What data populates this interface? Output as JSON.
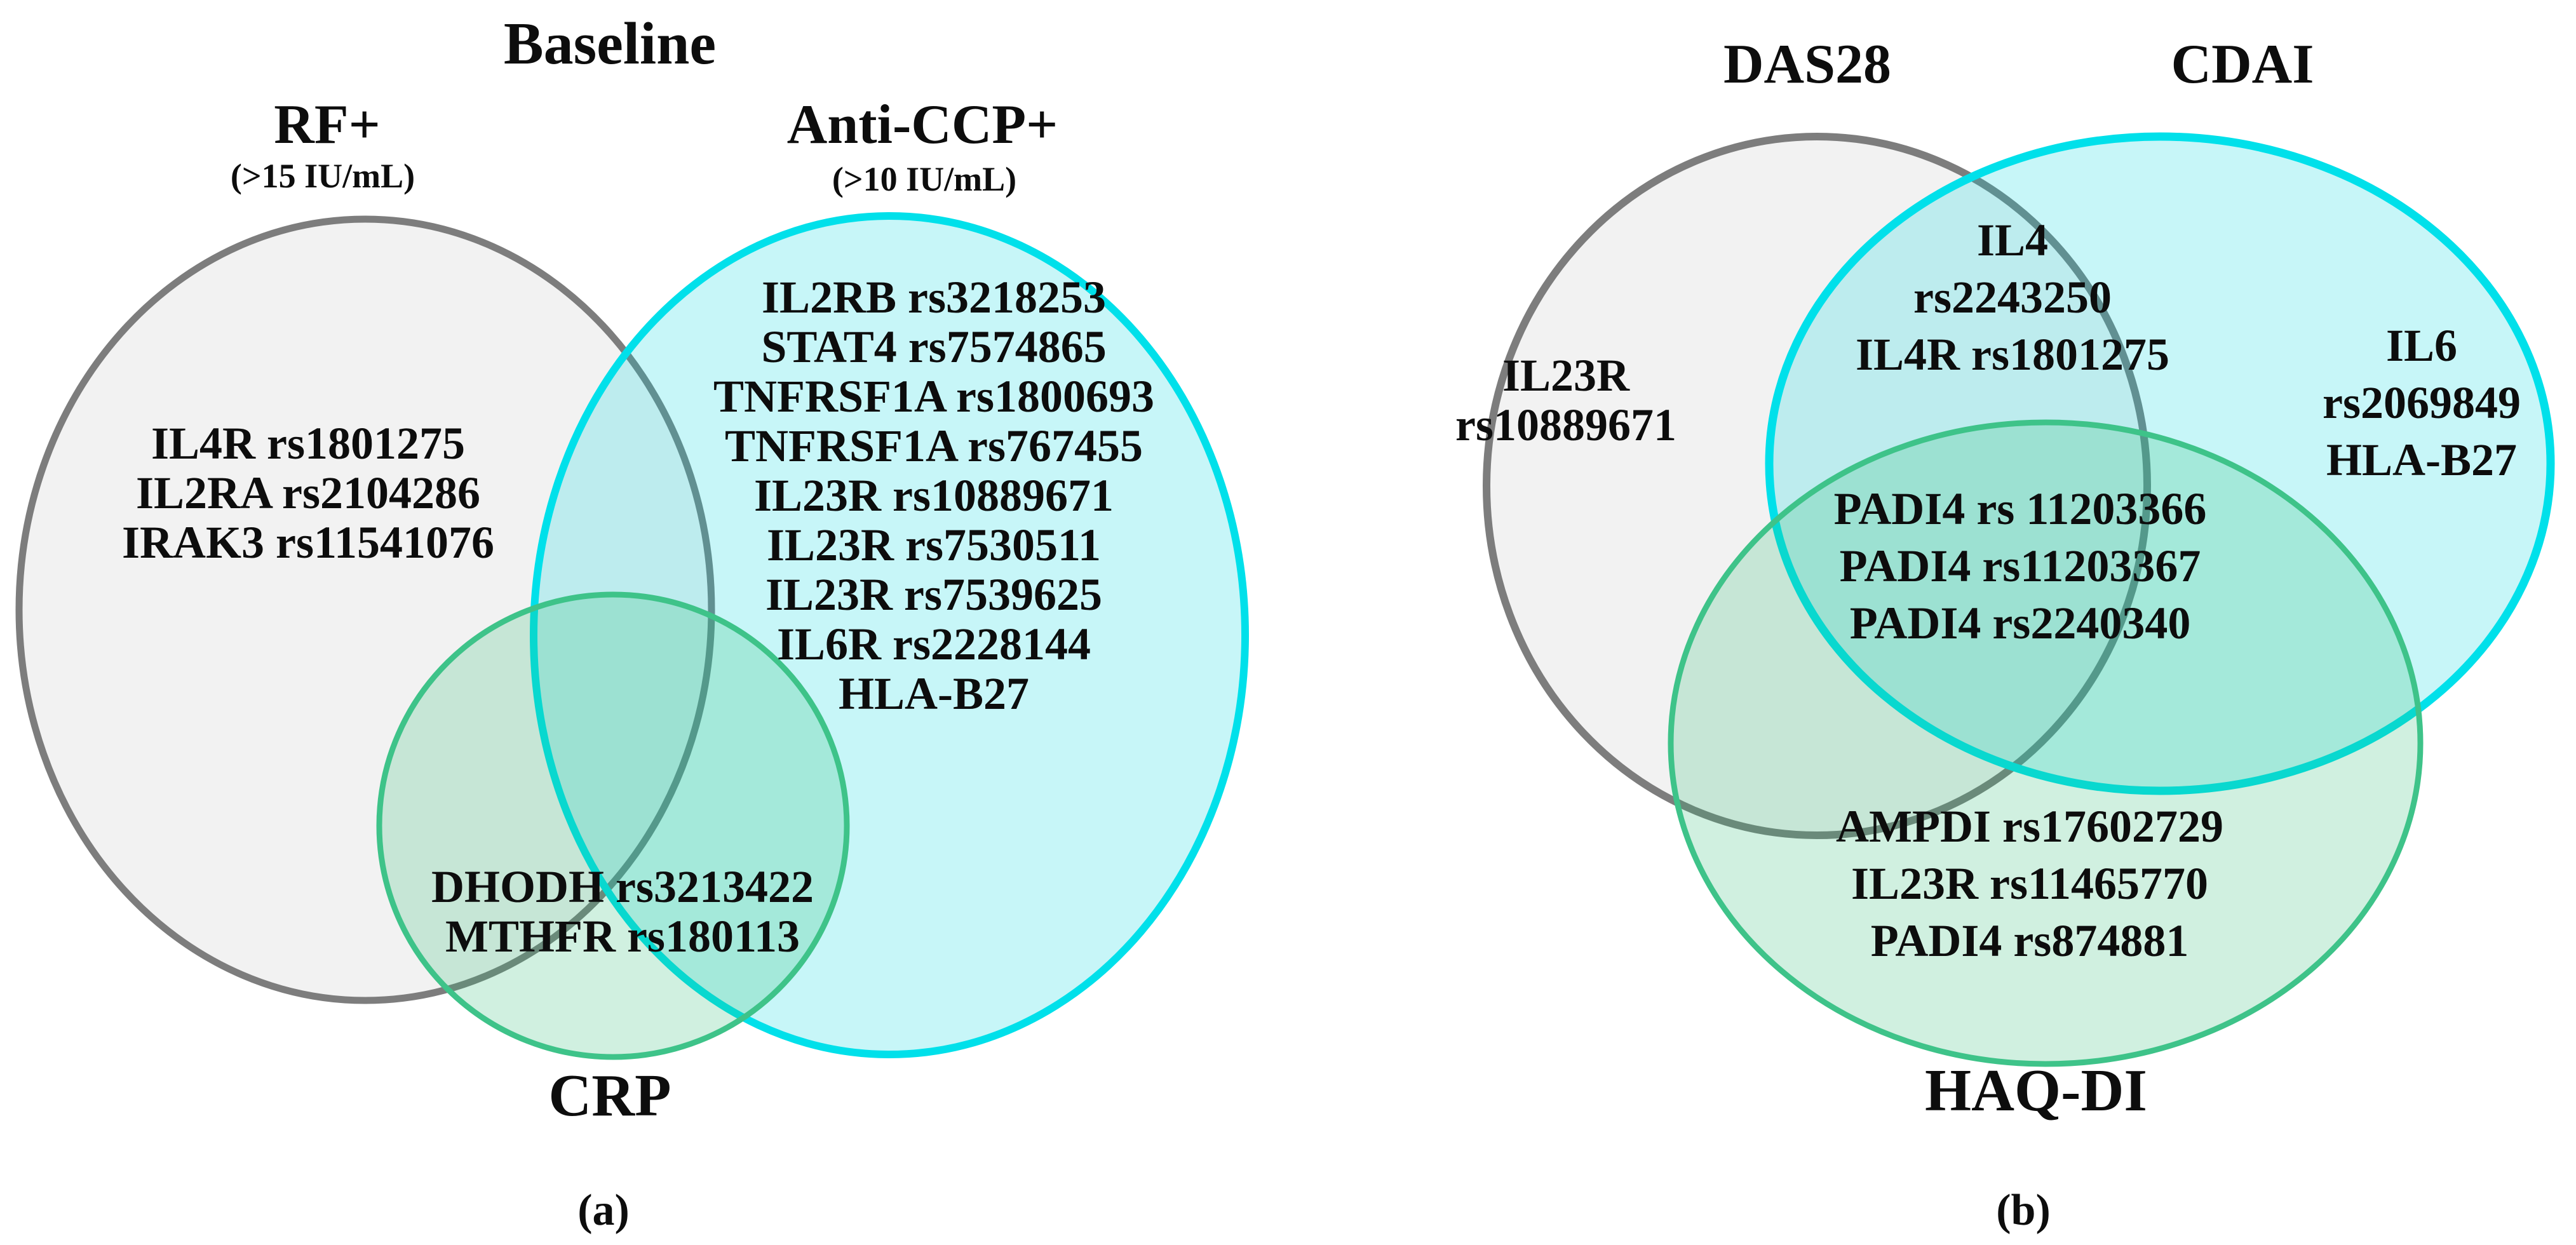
{
  "panel_a": {
    "title": "Baseline",
    "caption": "(a)",
    "rf": {
      "label": "RF+",
      "sublabel": "(>15 IU/mL)",
      "items": [
        "IL4R rs1801275",
        "IL2RA rs2104286",
        "IRAK3 rs11541076"
      ]
    },
    "anti_ccp": {
      "label": "Anti-CCP+",
      "sublabel": "(>10 IU/mL)",
      "items": [
        "IL2RB rs3218253",
        "STAT4 rs7574865",
        "TNFRSF1A rs1800693",
        "TNFRSF1A rs767455",
        "IL23R rs10889671",
        "IL23R rs7530511",
        "IL23R rs7539625",
        "IL6R rs2228144",
        "HLA-B27"
      ]
    },
    "crp": {
      "label": "CRP",
      "items": [
        "DHODH rs3213422",
        "MTHFR rs180113"
      ]
    }
  },
  "panel_b": {
    "caption": "(b)",
    "das28": {
      "label": "DAS28",
      "items": [
        "IL23R",
        "rs10889671"
      ]
    },
    "cdai": {
      "label": "CDAI",
      "items": [
        "IL6",
        "rs2069849",
        "HLA-B27"
      ]
    },
    "das28_cdai_overlap": {
      "items": [
        "IL4",
        "rs2243250",
        "IL4R rs1801275"
      ]
    },
    "center_overlap": {
      "items": [
        "PADI4 rs 11203366",
        "PADI4 rs11203367",
        "PADI4 rs2240340"
      ]
    },
    "haqdi": {
      "label": "HAQ-DI",
      "items": [
        "AMPDI rs17602729",
        "IL23R rs11465770",
        "PADI4 rs874881"
      ]
    }
  },
  "colors": {
    "text": "#0d0d0d",
    "gray_stroke": "#7d7d7d",
    "gray_fill": "rgba(150,150,150,0.12)",
    "cyan_stroke": "#00e0ea",
    "cyan_fill": "rgba(0,215,225,0.22)",
    "green_stroke": "#3ec389",
    "green_fill": "rgba(40,185,115,0.22)"
  }
}
